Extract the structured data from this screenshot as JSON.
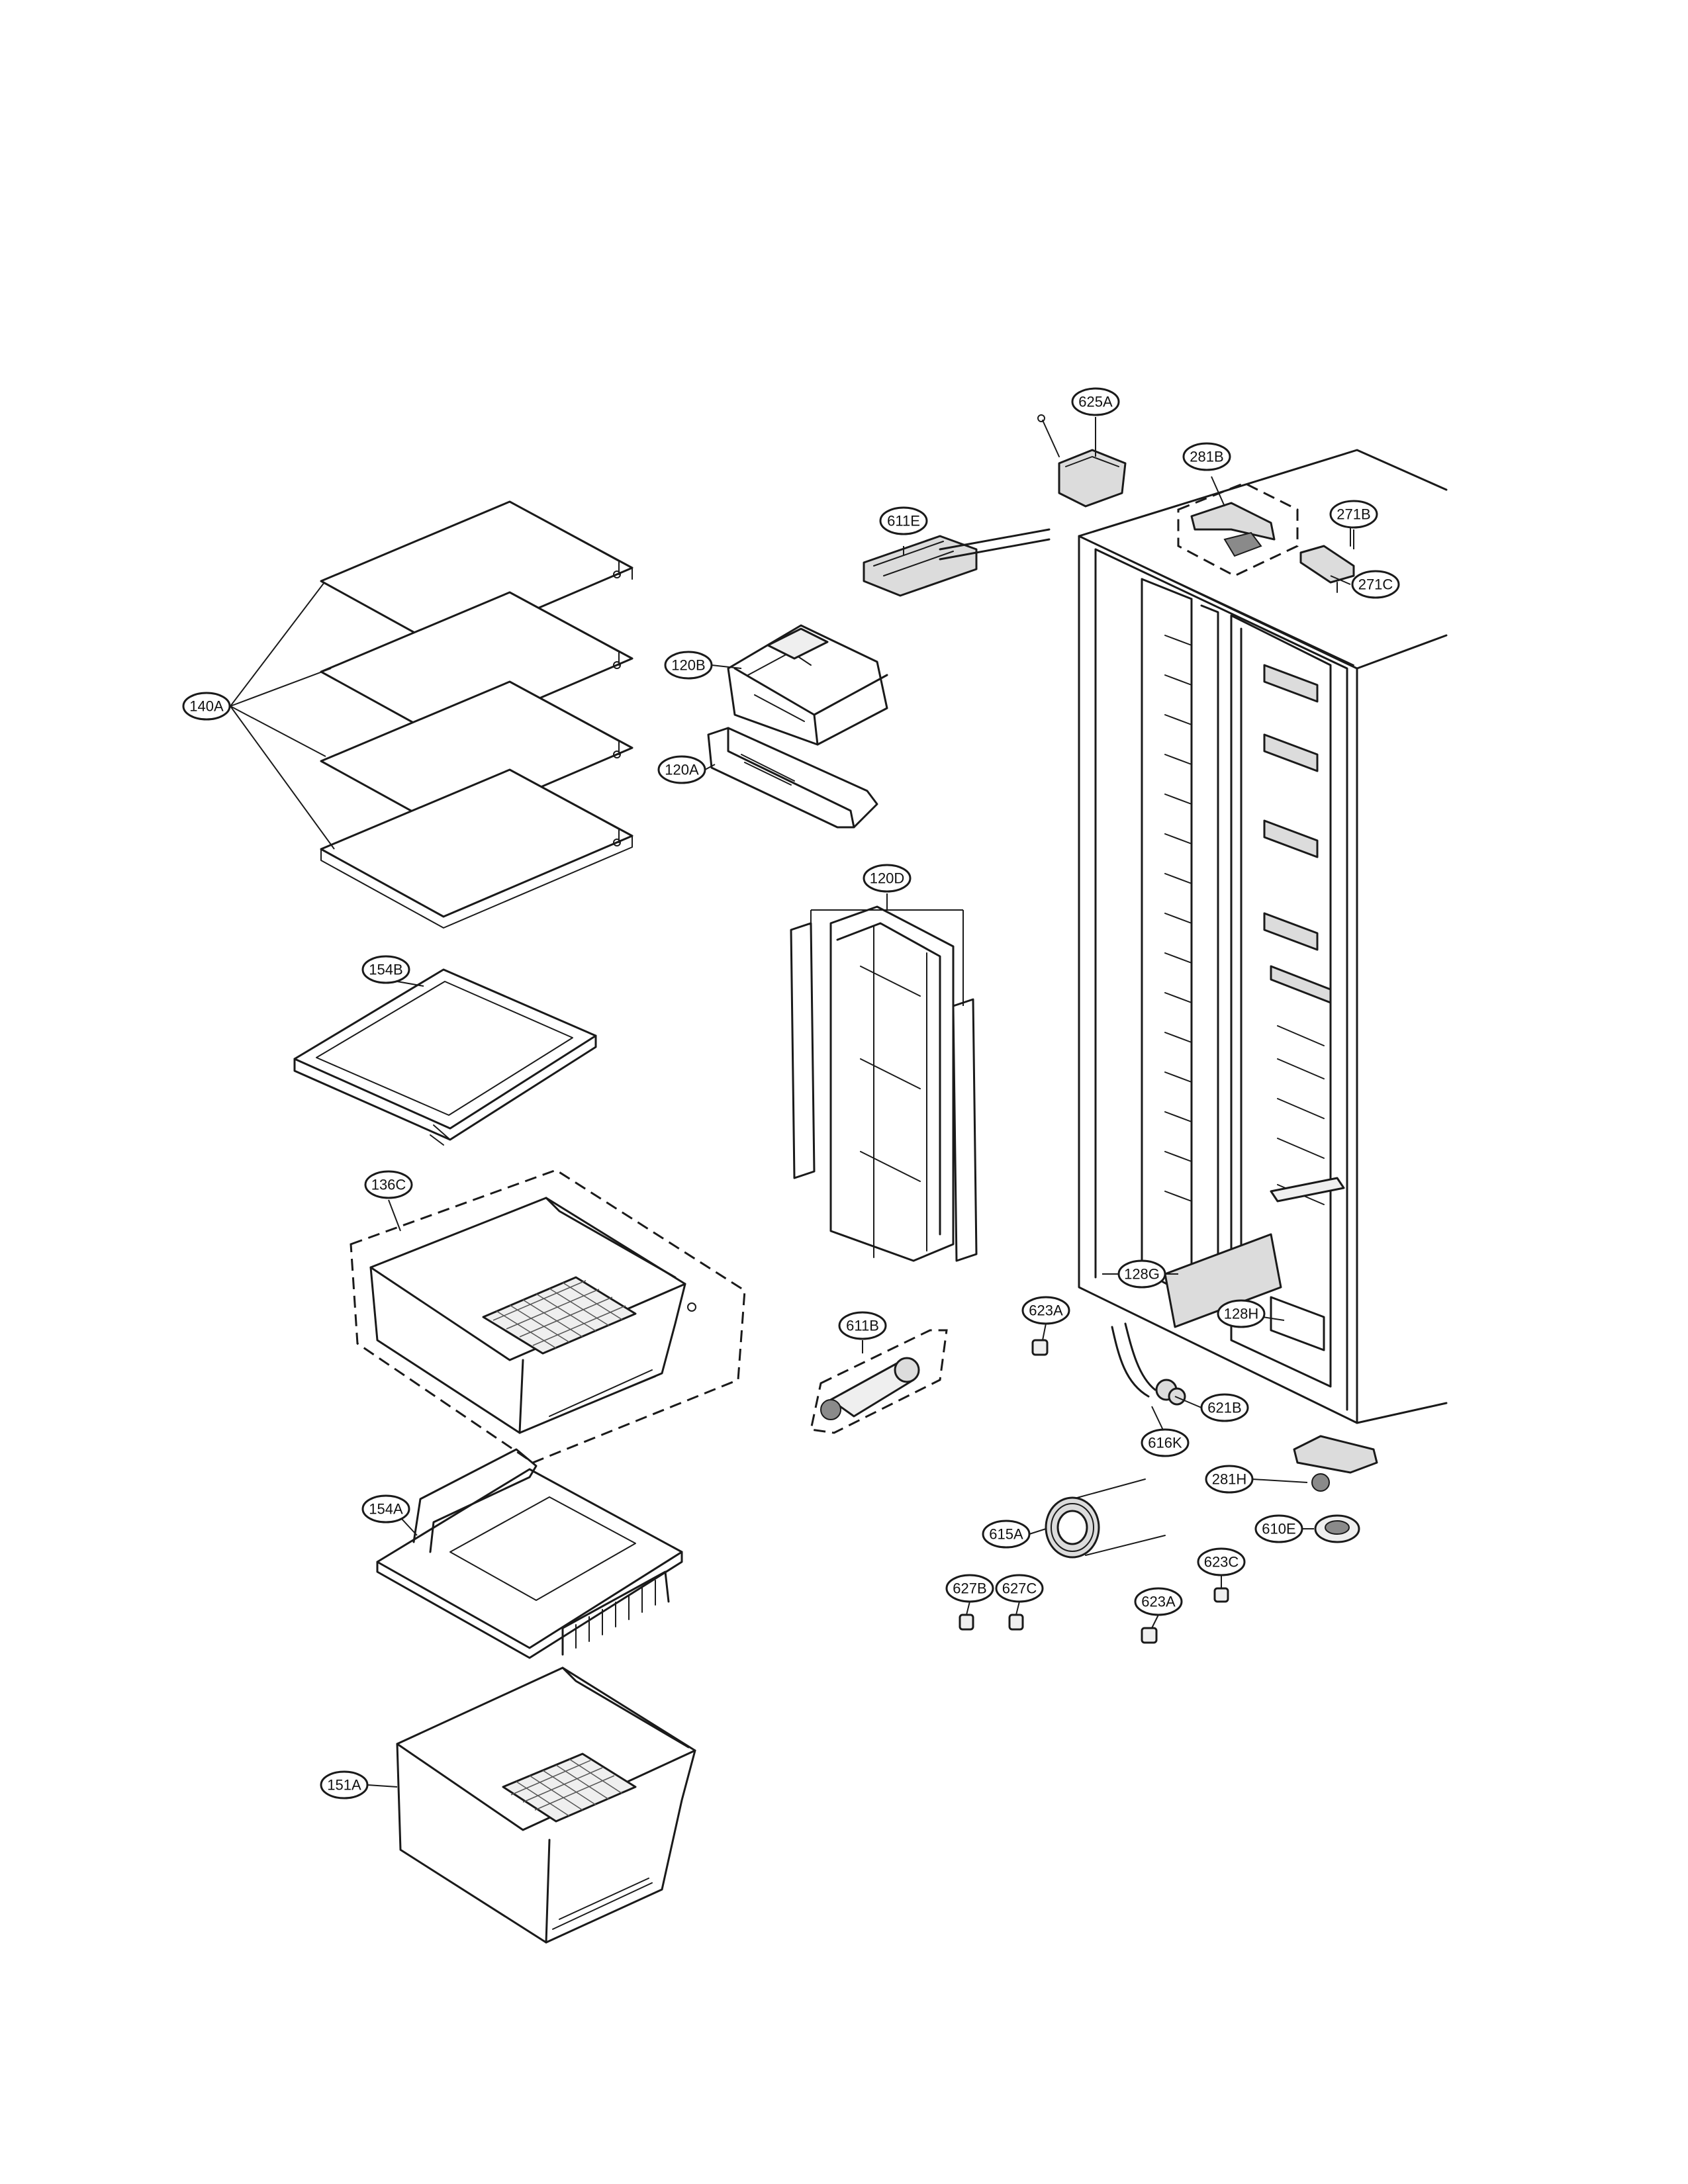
{
  "diagram": {
    "part_labels": {
      "p625A": "625A",
      "p281B": "281B",
      "p611E": "611E",
      "p271B": "271B",
      "p271C": "271C",
      "p120B": "120B",
      "p140A": "140A",
      "p120A": "120A",
      "p120D": "120D",
      "p154B": "154B",
      "p136C": "136C",
      "p128G": "128G",
      "p128H": "128H",
      "p623A_1": "623A",
      "p611B": "611B",
      "p621B": "621B",
      "p616K": "616K",
      "p281H": "281H",
      "p154A": "154A",
      "p615A": "615A",
      "p610E": "610E",
      "p623C": "623C",
      "p627B": "627B",
      "p627C": "627C",
      "p623A_2": "623A",
      "p151A": "151A"
    }
  }
}
